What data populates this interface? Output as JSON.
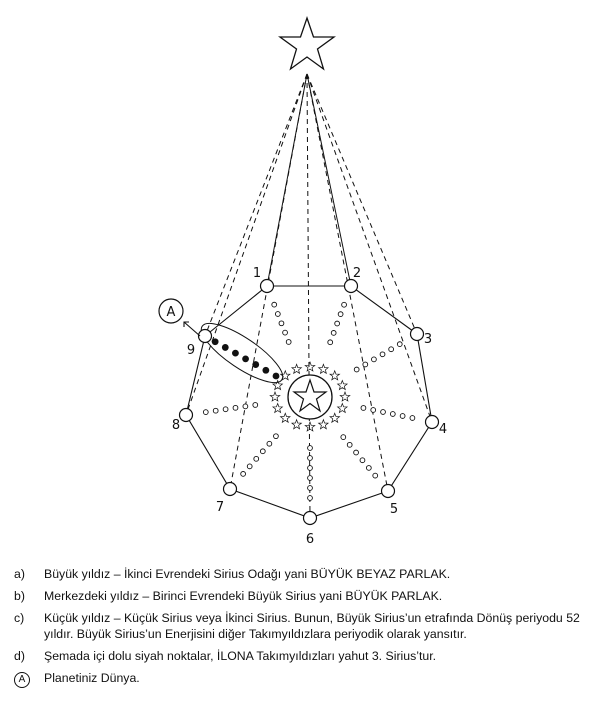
{
  "diagram": {
    "node_labels": [
      "1",
      "2",
      "3",
      "4",
      "5",
      "6",
      "7",
      "8",
      "9"
    ],
    "marker_label": "A"
  },
  "legend": [
    {
      "key": "a)",
      "text": "Büyük yıldız – İkinci Evrendeki Sirius Odağı yani BÜYÜK BEYAZ PARLAK."
    },
    {
      "key": "b)",
      "text": "Merkezdeki yıldız – Birinci Evrendeki Büyük Sirius yani BÜYÜK PARLAK."
    },
    {
      "key": "c)",
      "text": "Küçük yıldız – Küçük Sirius veya İkinci Sirius. Bunun, Büyük Sirius’un etrafında Dönüş periyodu 52 yıldır. Büyük Sirius’un Enerjisini diğer Takımyıldızlara periyodik olarak yansıtır."
    },
    {
      "key": "d)",
      "text": "Şemada içi dolu siyah noktalar, İLONA Takımyıldızları yahut 3. Sirius’tur."
    },
    {
      "key": "A",
      "text": "Planetiniz Dünya."
    }
  ]
}
